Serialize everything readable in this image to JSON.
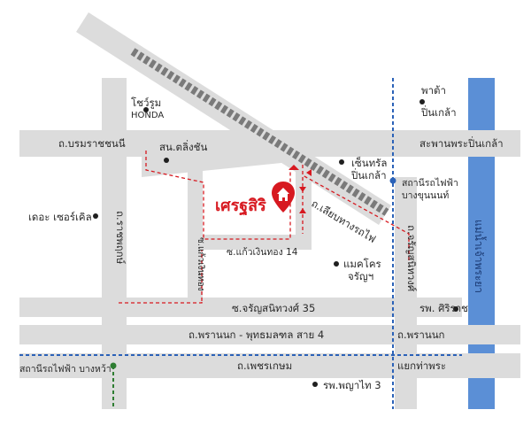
{
  "colors": {
    "road": "#dcdcdc",
    "rail": "#7a7a7a",
    "route": "#d71920",
    "skytrain_line": "#2b62b8",
    "mrt_line": "#2e7d32",
    "river": "#5b8fd6",
    "marker": "#d71920"
  },
  "icons": {
    "destination": "house-pin-icon",
    "poi": "dot-icon"
  },
  "destination": {
    "name": "เศรฐสิริ"
  },
  "roads": {
    "borommaratchachonnani": "ถ.บรมราชชนนี",
    "ratchaphruek": "ถ.ราชพฤกษ์",
    "charansanitwong_35": "ซ.จรัญสนิทวงศ์ 35",
    "phran_nok_phutthamonthon_4": "ถ.พรานนก - พุทธมลฑล สาย 4",
    "phetkasem": "ถ.เพชรเกษม",
    "rail_side": "ถ.เลียบทางรถไฟ",
    "charansanitwong": "ถ.จรัญสนิทวงศ์",
    "phran_nok": "ถ.พรานนก",
    "pinklao_bridge": "สะพานพระปิ่นเกล้า",
    "kaew_ngoen_thong_14": "ซ.แก้วเงินทอง 14",
    "kaew_ngoen_thong": "ซ.แก้วเงินทอง"
  },
  "landmarks": {
    "honda_showroom_line1": "โชว์รูม",
    "honda_showroom_line2": "HONDA",
    "taling_chan_office": "สน.ตลิ่งชัน",
    "the_circle": "เดอะ เซอร์เคิล",
    "central_pinklao_line1": "เซ็นทรัล",
    "central_pinklao_line2": "ปิ่นเกล้า",
    "pata_pinklao_line1": "พาต้า",
    "pata_pinklao_line2": "ปิ่นเกล้า",
    "makro_charan_line1": "แมคโคร",
    "makro_charan_line2": "จรัญฯ",
    "siriraj_hospital": "รพ. ศิริราช",
    "phyathai3_hospital": "รพ.พญาไท 3",
    "tha_phra_intersection": "แยกท่าพระ"
  },
  "stations": {
    "bang_khun_non_line1": "สถานีรถไฟฟ้า",
    "bang_khun_non_line2": "บางขุนนนท์",
    "bang_wa": "สถานีรถไฟฟ้า บางหว้า"
  },
  "river": {
    "name": "แม่น้ำเจ้าพระยา"
  }
}
